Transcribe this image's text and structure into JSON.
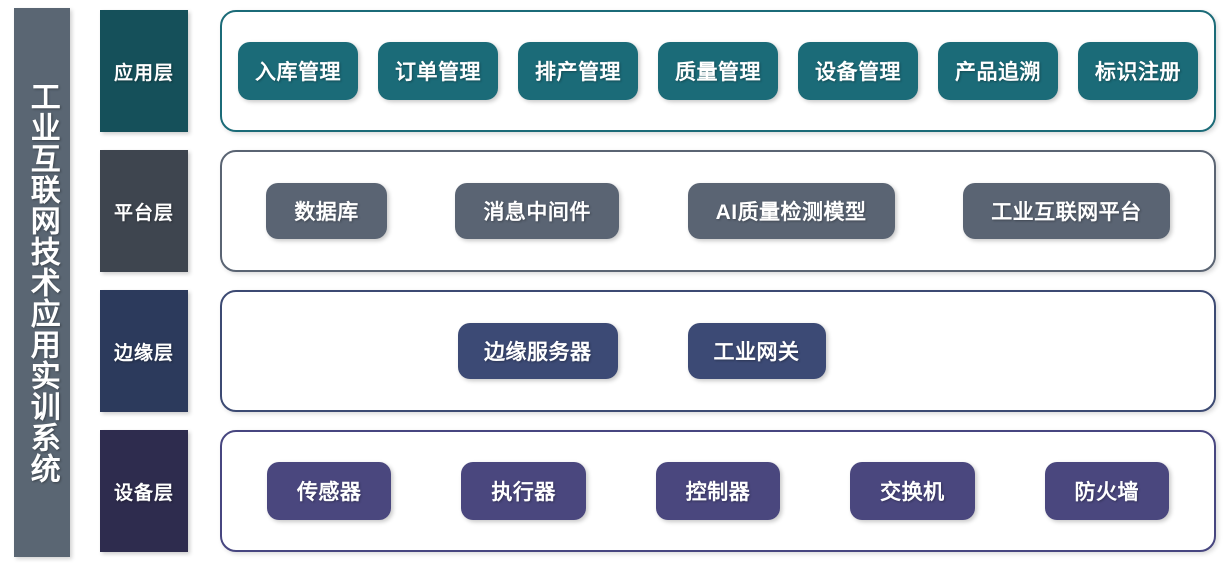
{
  "title_bar": {
    "text": "工业互联网技术应用实训系统",
    "color": "#5a6673"
  },
  "layers": [
    {
      "id": "application",
      "label": "应用层",
      "label_color": "#15505a",
      "border_color": "#1b6b78",
      "pill_color": "#1b6b78",
      "items": [
        "入库管理",
        "订单管理",
        "排产管理",
        "质量管理",
        "设备管理",
        "产品追溯",
        "标识注册"
      ]
    },
    {
      "id": "platform",
      "label": "平台层",
      "label_color": "#3e454f",
      "border_color": "#5a6473",
      "pill_color": "#5a6473",
      "items": [
        "数据库",
        "消息中间件",
        "AI质量检测模型",
        "工业互联网平台"
      ]
    },
    {
      "id": "edge",
      "label": "边缘层",
      "label_color": "#2c3a5c",
      "border_color": "#3c4a73",
      "pill_color": "#3c4a75",
      "items": [
        "边缘服务器",
        "工业网关"
      ]
    },
    {
      "id": "device",
      "label": "设备层",
      "label_color": "#2e2c4e",
      "border_color": "#474680",
      "pill_color": "#4a477e",
      "items": [
        "传感器",
        "执行器",
        "控制器",
        "交换机",
        "防火墙"
      ]
    }
  ]
}
